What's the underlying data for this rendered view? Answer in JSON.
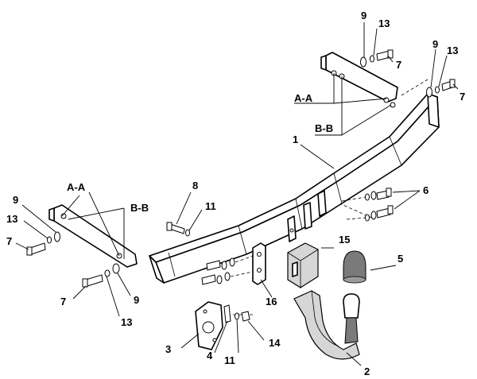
{
  "diagram": {
    "callouts": {
      "p1": "1",
      "p2": "2",
      "p3": "3",
      "p4": "4",
      "p5": "5",
      "p6": "6",
      "p7_tr1": "7",
      "p7_tr2": "7",
      "p7_left": "7",
      "p7_bottom": "7",
      "p8": "8",
      "p9_tr1": "9",
      "p9_tr2": "9",
      "p9_left": "9",
      "p9_bottom": "9",
      "p11_top": "11",
      "p11_bottom": "11",
      "p13_tr1": "13",
      "p13_tr2": "13",
      "p13_left": "13",
      "p13_bottom": "13",
      "p14": "14",
      "p15": "15",
      "p16": "16"
    },
    "sections": {
      "aa_right": "A-A",
      "bb_right": "B-B",
      "aa_left": "A-A",
      "bb_left": "B-B"
    }
  }
}
